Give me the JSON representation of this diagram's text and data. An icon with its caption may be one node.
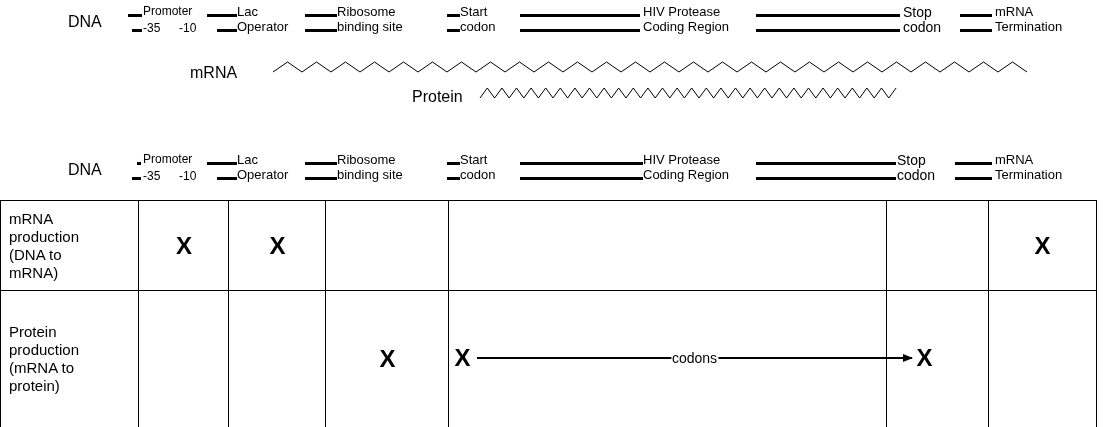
{
  "diagram": {
    "nodes": [
      {
        "text": [
          "X"
        ]
      },
      {
        "text": [
          "X"
        ]
      }
    ],
    "edges": [
      {
        "from": 0,
        "to": 1,
        "arrow": "to",
        "label": "codons"
      }
    ],
    "labels": [
      "DNA",
      "Promoter",
      "-35",
      "-10",
      "Lac Operator",
      "Ribosome binding site",
      "Start codon",
      "HIV Protease Coding Region",
      "Stop codon",
      "mRNA Termination",
      "mRNA",
      "Protein",
      "DNA",
      "Promoter",
      "-35",
      "-10",
      "Lac Operator",
      "Ribosome binding site",
      "Start codon",
      "HIV Protease Coding Region",
      "Stop codon",
      "mRNA Termination",
      "mRNA production (DNA to mRNA)",
      "X",
      "X",
      "X",
      "Protein production (mRNA to protein)",
      "X"
    ]
  }
}
